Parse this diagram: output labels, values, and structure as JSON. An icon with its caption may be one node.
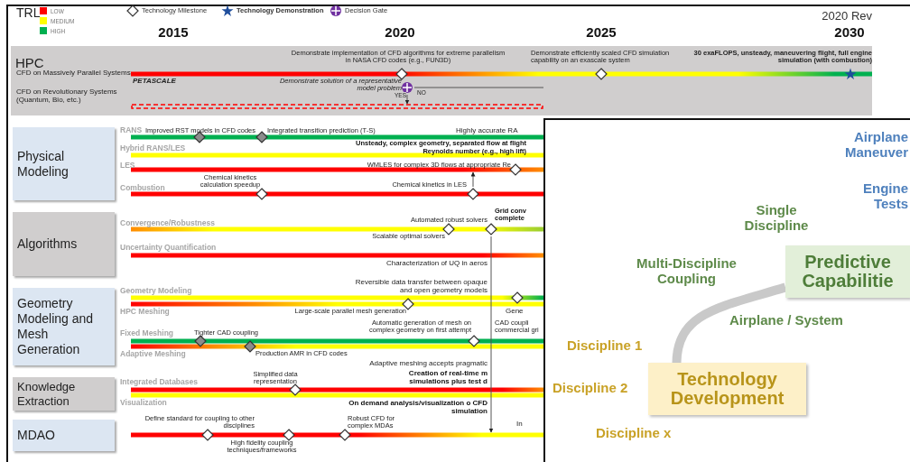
{
  "diagram": {
    "nodes": [
      {
        "text": [
          "HPC"
        ]
      },
      {
        "text": [
          "Physical Modeling"
        ]
      },
      {
        "text": [
          "Algorithms"
        ]
      },
      {
        "text": [
          "Geometry Modeling and Mesh Generation"
        ]
      },
      {
        "text": [
          "Knowledge Extraction"
        ]
      },
      {
        "text": [
          "MDAO"
        ]
      },
      {
        "text": [],
        "shape": "diamond",
        "beside": [
          "Demonstrate implementation of CFD algorithms for extreme parallelism in NASA CFD codes (e.g., FUN3D)"
        ],
        "in": 0
      },
      {
        "text": [],
        "shape": "diamond",
        "beside": [
          "Demonstrate efficiently scaled CFD simulation capability on an exascale system"
        ],
        "in": 0
      },
      {
        "text": [],
        "shape": "star",
        "beside": [
          "30 exaFLOPS, unsteady, maneuvering flight, full engine simulation (with combustion)"
        ],
        "in": 0
      },
      {
        "text": [],
        "shape": "circle",
        "beside": [
          "Demonstrate solution of a representative model problem"
        ],
        "in": 0
      },
      {
        "text": [],
        "shape": "diamond",
        "beside": [
          "Improved RST models in CFD codes"
        ]
      },
      {
        "text": [],
        "shape": "diamond",
        "beside": [
          "Integrated transition prediction (T-S)"
        ]
      },
      {
        "text": [],
        "shape": "diamond",
        "beside": [
          "WMLES for complex 3D flows at appropriate Re"
        ]
      },
      {
        "text": [],
        "shape": "diamond",
        "beside": [
          "Chemical kinetics calculation speedup"
        ]
      },
      {
        "text": [],
        "shape": "diamond",
        "beside": [
          "Chemical kinetics in LES"
        ]
      },
      {
        "text": [],
        "shape": "diamond",
        "beside": [
          "Scalable optimal solvers"
        ]
      },
      {
        "text": [],
        "shape": "diamond",
        "beside": [
          "Automated robust solvers"
        ]
      },
      {
        "text": [],
        "shape": "diamond"
      },
      {
        "text": [],
        "shape": "diamond",
        "beside": [
          "Large-scale parallel mesh generation"
        ]
      },
      {
        "text": [],
        "shape": "diamond",
        "beside": [
          "Tighter CAD coupling"
        ]
      },
      {
        "text": [],
        "shape": "diamond",
        "beside": [
          "Production AMR in CFD codes"
        ]
      },
      {
        "text": [],
        "shape": "diamond",
        "beside": [
          "Automatic generation of mesh on complex geometry on first attempt"
        ]
      },
      {
        "text": [],
        "shape": "diamond",
        "beside": [
          "Simplified data representation"
        ]
      },
      {
        "text": [],
        "shape": "diamond",
        "beside": [
          "Define standard for coupling to other disciplines"
        ]
      },
      {
        "text": [],
        "shape": "diamond",
        "beside": [
          "High fidelity coupling techniques/frameworks"
        ]
      },
      {
        "text": [],
        "shape": "diamond",
        "beside": [
          "Robust CFD for complex MDAs"
        ]
      },
      {
        "text": [
          "Technology Development"
        ]
      },
      {
        "text": [
          "Predictive Capabilitie"
        ]
      },
      {
        "text": [],
        "shape": "bar",
        "in": 0
      },
      {
        "text": [],
        "shape": "bar"
      },
      {
        "text": [],
        "shape": "bar"
      }
    ],
    "edges": [
      {
        "from": 9,
        "to": 28,
        "arrow": "to",
        "label": "YES"
      },
      {
        "from": 9,
        "to": null,
        "arrow": "none",
        "label": "NO"
      },
      {
        "from": 14,
        "to": 29,
        "arrow": "to"
      },
      {
        "from": 16,
        "to": 30,
        "arrow": "to"
      },
      {
        "from": 26,
        "to": 27,
        "arrow": "none",
        "style": "thick",
        "color": "#c9c9c9"
      }
    ],
    "labels": [
      "TRL",
      "2020 Rev",
      "2015",
      "2020",
      "2025",
      "2030",
      "CFD on Massively Parallel Systems",
      "PETASCALE",
      "CFD on Revolutionary Systems (Quantum, Bio, etc.)",
      "RANS",
      "Highly accurate RA",
      "Hybrid RANS/LES",
      "Unsteady, complex geometry, separated flow at flight Reynolds number (e.g., high lift)",
      "LES",
      "Combustion",
      "Convergence/Robustness",
      "Grid conv complete",
      "Uncertainty Quantification",
      "Characterization of UQ in aeros",
      "Reversible data transfer between opaque and open geometry models",
      "Geometry Modeling",
      "HPC Meshing",
      "Gene",
      "Fixed Meshing",
      "CAD coupli commercial gri",
      "Adaptive Meshing",
      "Adaptive meshing accepts pragmatic",
      "Integrated Databases",
      "Creation of real-time m simulations plus test d",
      "Visualization",
      "On demand analysis/visualization o CFD simulation",
      "In",
      "Airplane Maneuver",
      "Engine Tests",
      "Single Discipline",
      "Multi-Discipline Coupling",
      "Airplane / System",
      "Discipline 1",
      "Discipline 2",
      "Discipline x"
    ],
    "legend": [
      {
        "text": "LOW",
        "color": "#ff0000"
      },
      {
        "text": "MEDIUM",
        "color": "#ffff00"
      },
      {
        "text": "HIGH",
        "color": "#00b050"
      },
      {
        "text": "Technology Milestone"
      },
      {
        "text": "Technology Demonstration"
      },
      {
        "text": "Decision Gate"
      }
    ]
  }
}
